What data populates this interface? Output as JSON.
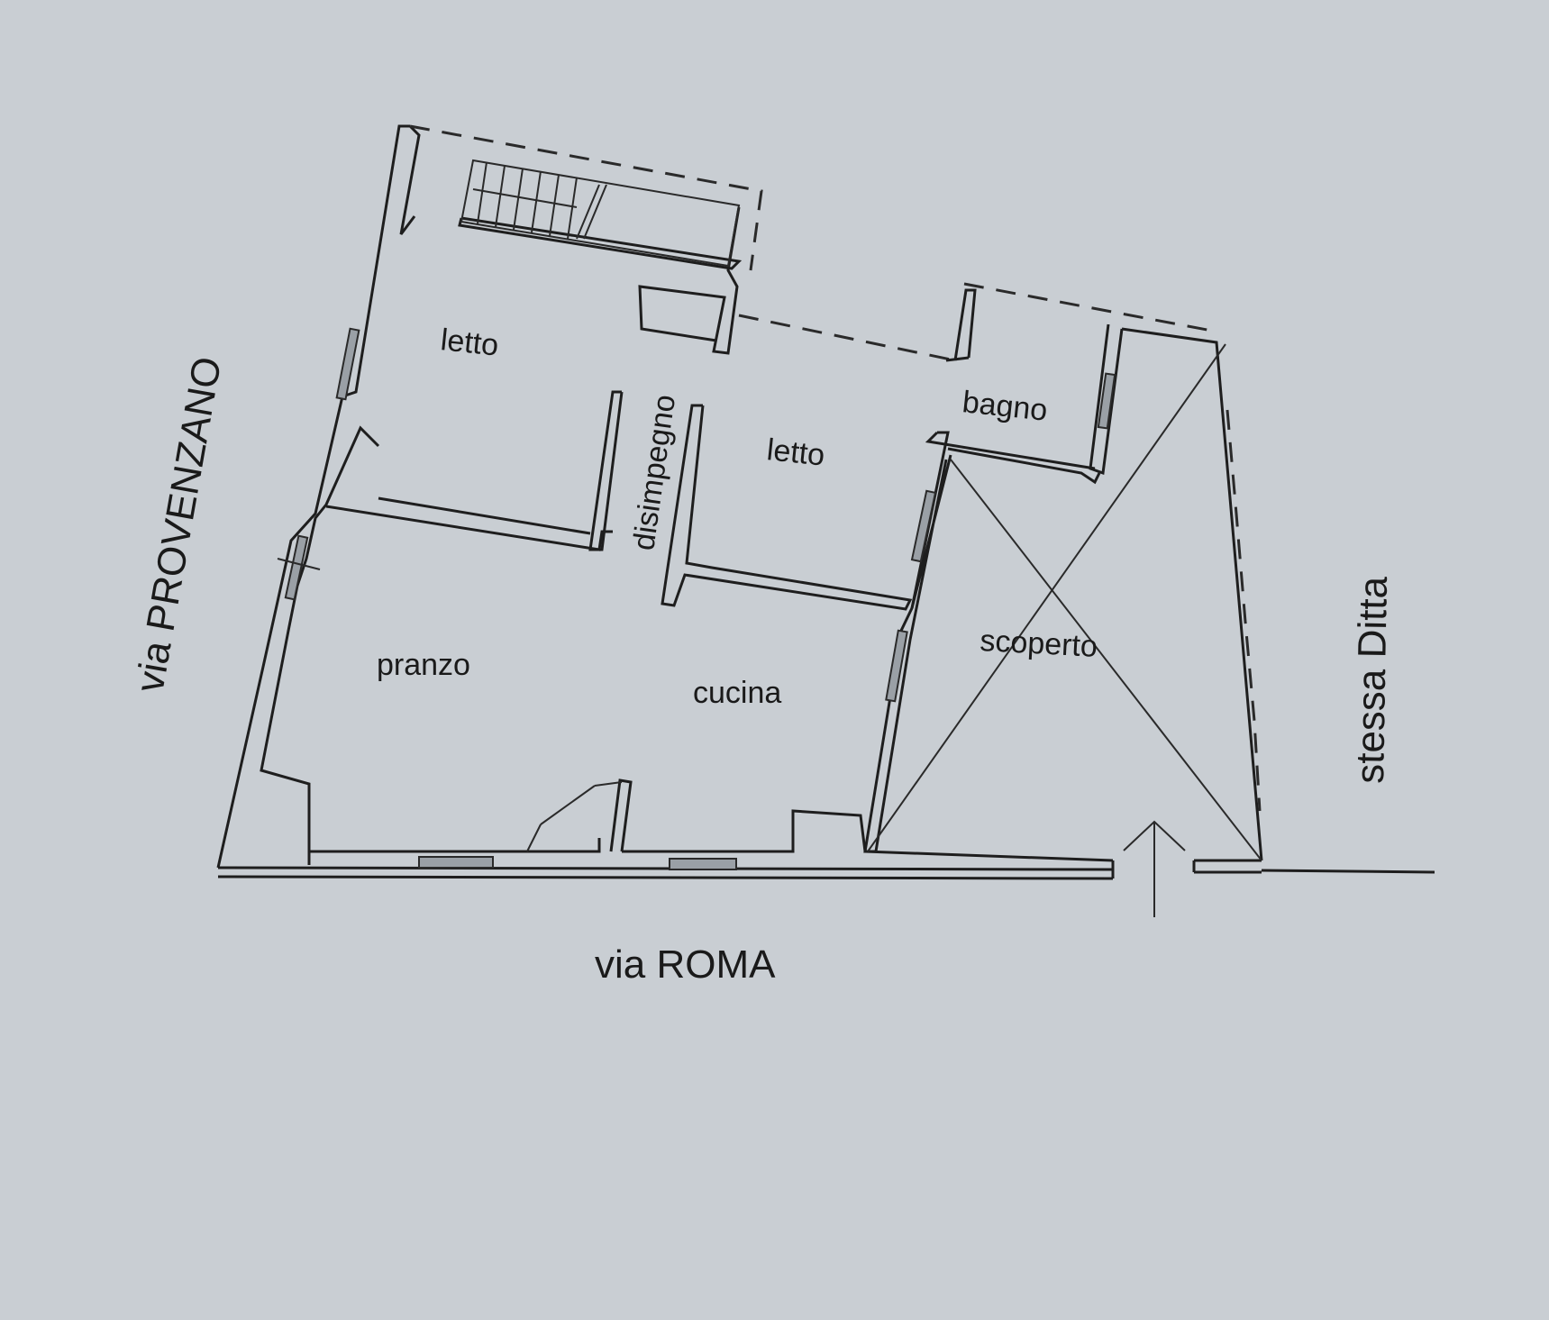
{
  "rooms": {
    "letto_1": "letto",
    "letto_2": "letto",
    "disimpegno": "disimpegno",
    "bagno": "bagno",
    "scoperto": "scoperto",
    "pranzo": "pranzo",
    "cucina": "cucina"
  },
  "streets": {
    "left": "via PROVENZANO",
    "bottom": "via ROMA",
    "right": "stessa Ditta"
  },
  "colors": {
    "paper": "#c9ced3",
    "ink": "#1e1e1e"
  },
  "icons": {
    "entrance": "arrow-up-icon",
    "stairs": "staircase-icon"
  }
}
